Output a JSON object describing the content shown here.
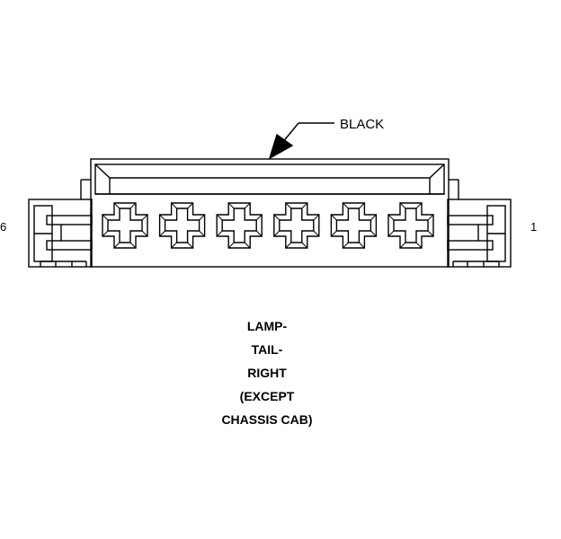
{
  "connector": {
    "color_label": "BLACK",
    "pin_left": "6",
    "pin_right": "1",
    "cavity_count": 6
  },
  "caption": {
    "lines": [
      "LAMP-",
      "TAIL-",
      "RIGHT",
      "(EXCEPT",
      "CHASSIS CAB)"
    ]
  },
  "colors": {
    "line": "#000000",
    "background": "#ffffff"
  }
}
